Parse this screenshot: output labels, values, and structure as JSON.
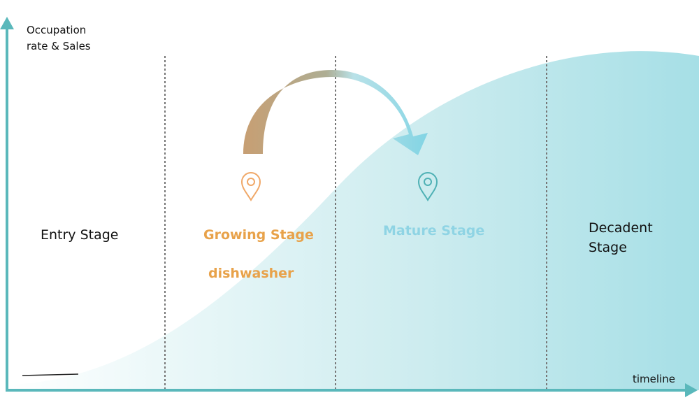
{
  "axes": {
    "y_label_line1": "Occupation",
    "y_label_line2": "rate & Sales",
    "x_label": "timeline"
  },
  "stages": {
    "entry": "Entry Stage",
    "growing": "Growing Stage",
    "growing_product": "dishwasher",
    "mature": "Mature Stage",
    "decadent_line1": "Decadent",
    "decadent_line2": "Stage"
  },
  "colors": {
    "axis": "#5ab8bb",
    "curve_fill": "#a6dfe6",
    "growing_text": "#e8a24a",
    "mature_text": "#8fd4e4",
    "growing_marker": "#f0a868",
    "mature_marker": "#4fb1b5",
    "arrow_start": "#c49a6c",
    "arrow_end": "#7fd3e3",
    "divider": "#777777"
  },
  "icons": {
    "growing_marker": "location-pin-icon",
    "mature_marker": "location-pin-icon",
    "transition_arrow": "curved-arrow-icon"
  }
}
